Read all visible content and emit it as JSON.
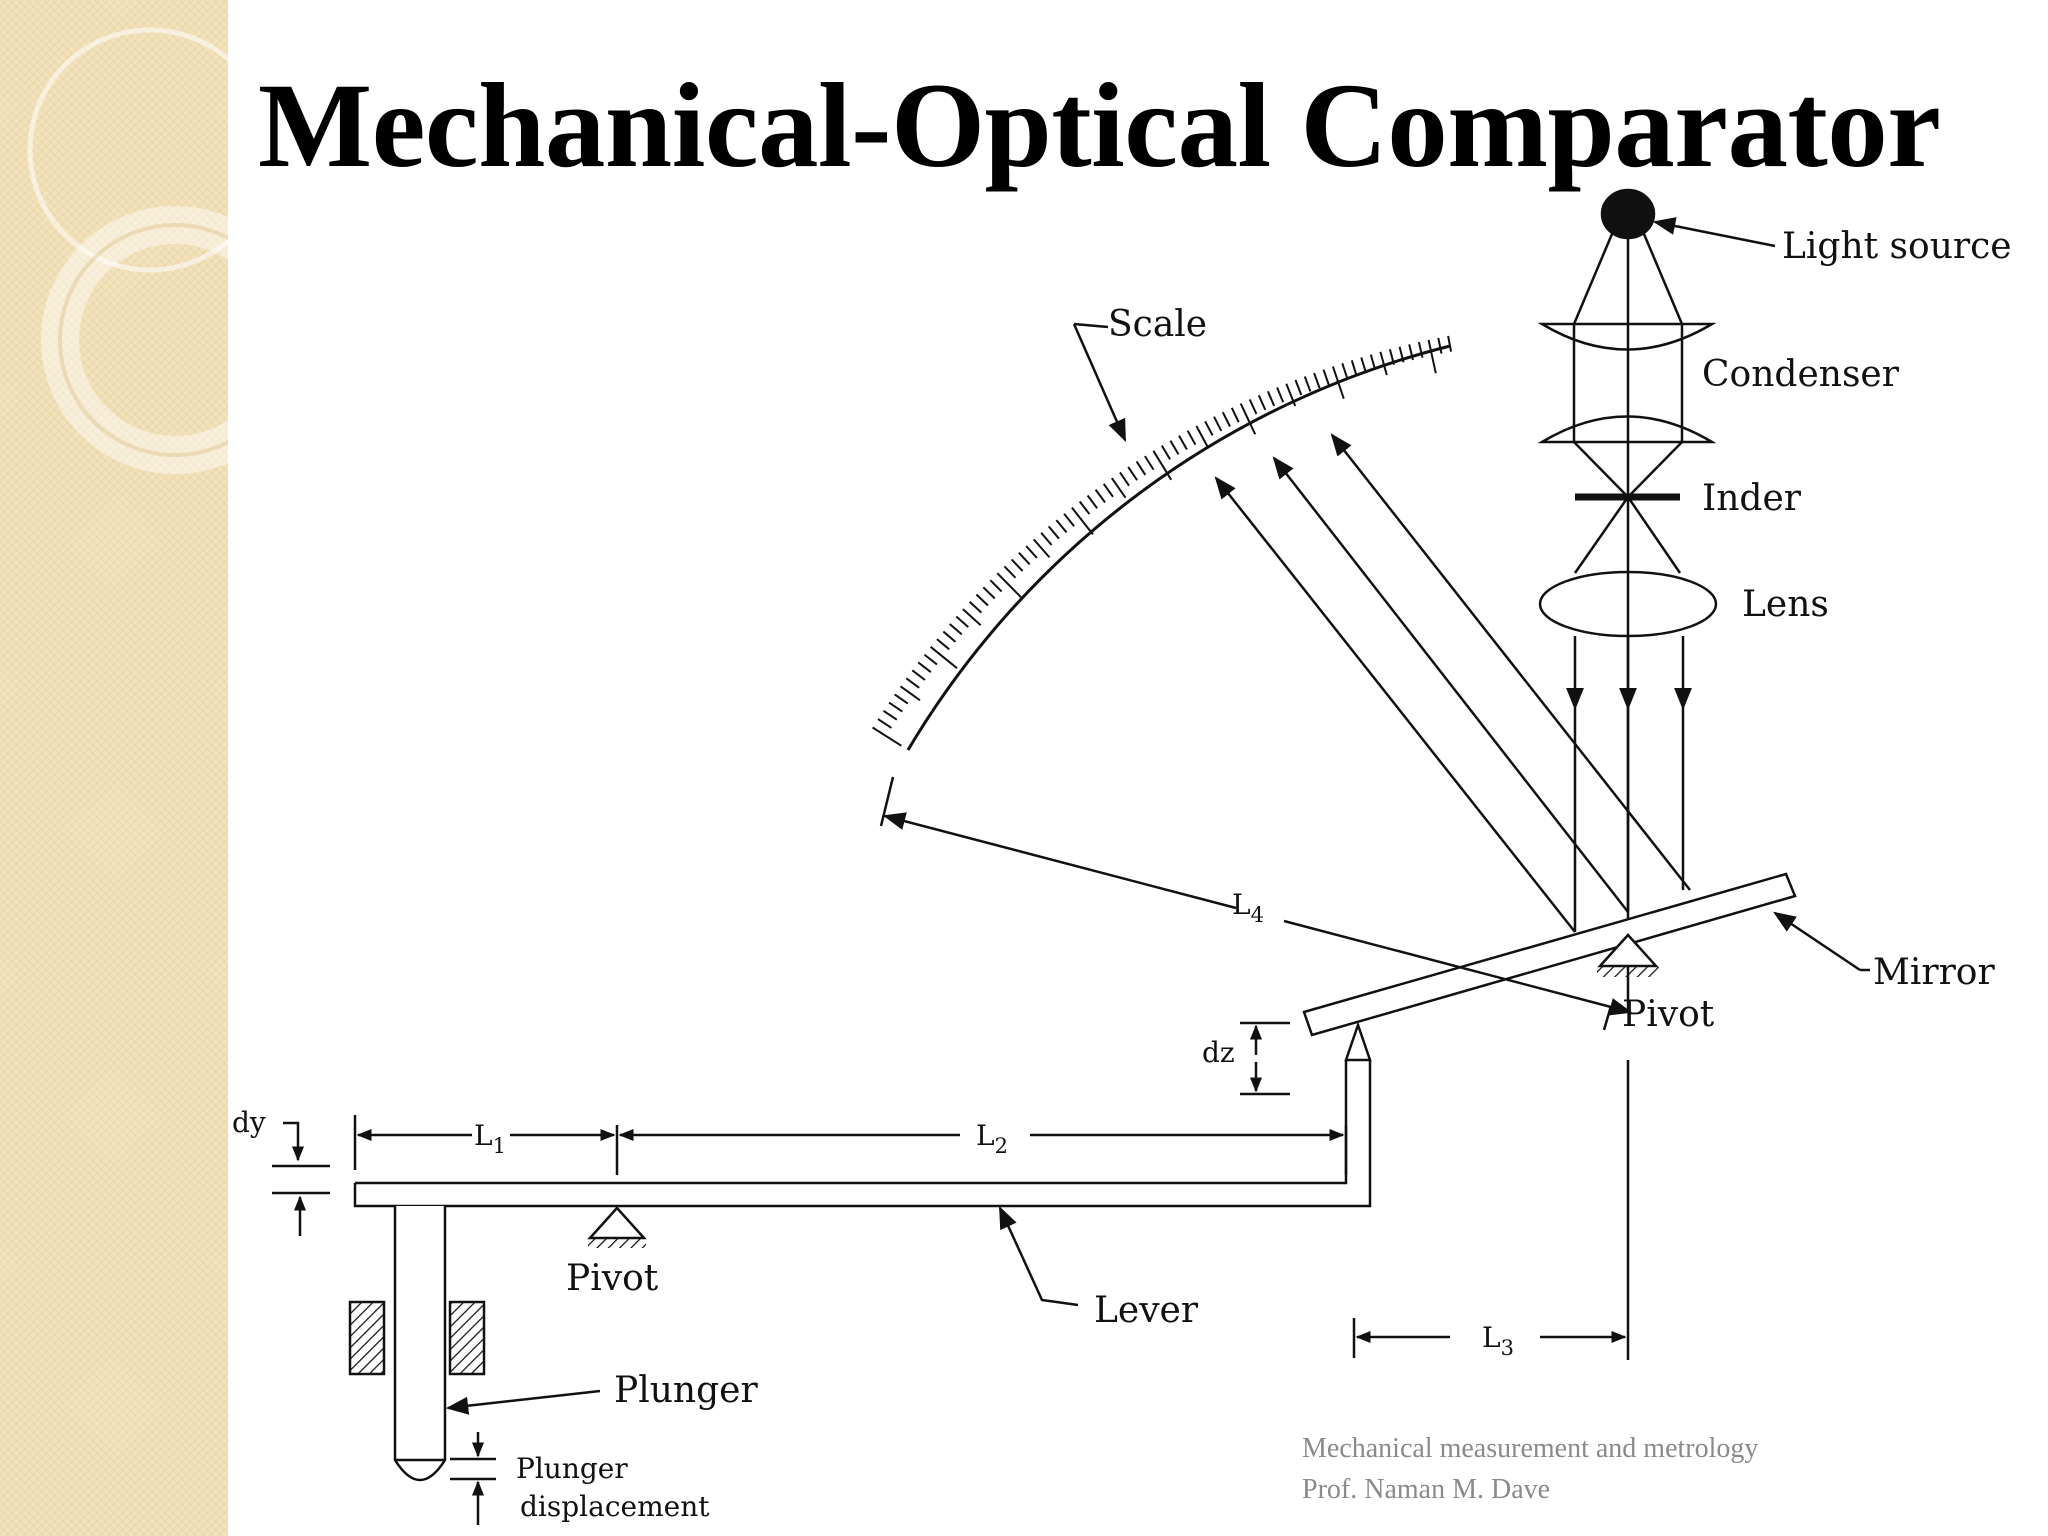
{
  "slide": {
    "title": "Mechanical-Optical Comparator",
    "credits": {
      "line1": "Mechanical measurement  and metrology",
      "line2": "Prof. Naman M. Dave"
    }
  },
  "labels": {
    "light_source": "Light source",
    "condenser": "Condenser",
    "inder": "Inder",
    "lens": "Lens",
    "scale": "Scale",
    "mirror": "Mirror",
    "pivot_mirror": "Pivot",
    "pivot_lever": "Pivot",
    "lever": "Lever",
    "plunger": "Plunger",
    "plunger_displacement_1": "Plunger",
    "plunger_displacement_2": "displacement",
    "dz": "dz",
    "dy": "dy",
    "L1": "L",
    "L1_sub": "1",
    "L2": "L",
    "L2_sub": "2",
    "L3": "L",
    "L3_sub": "3",
    "L4": "L",
    "L4_sub": "4"
  }
}
